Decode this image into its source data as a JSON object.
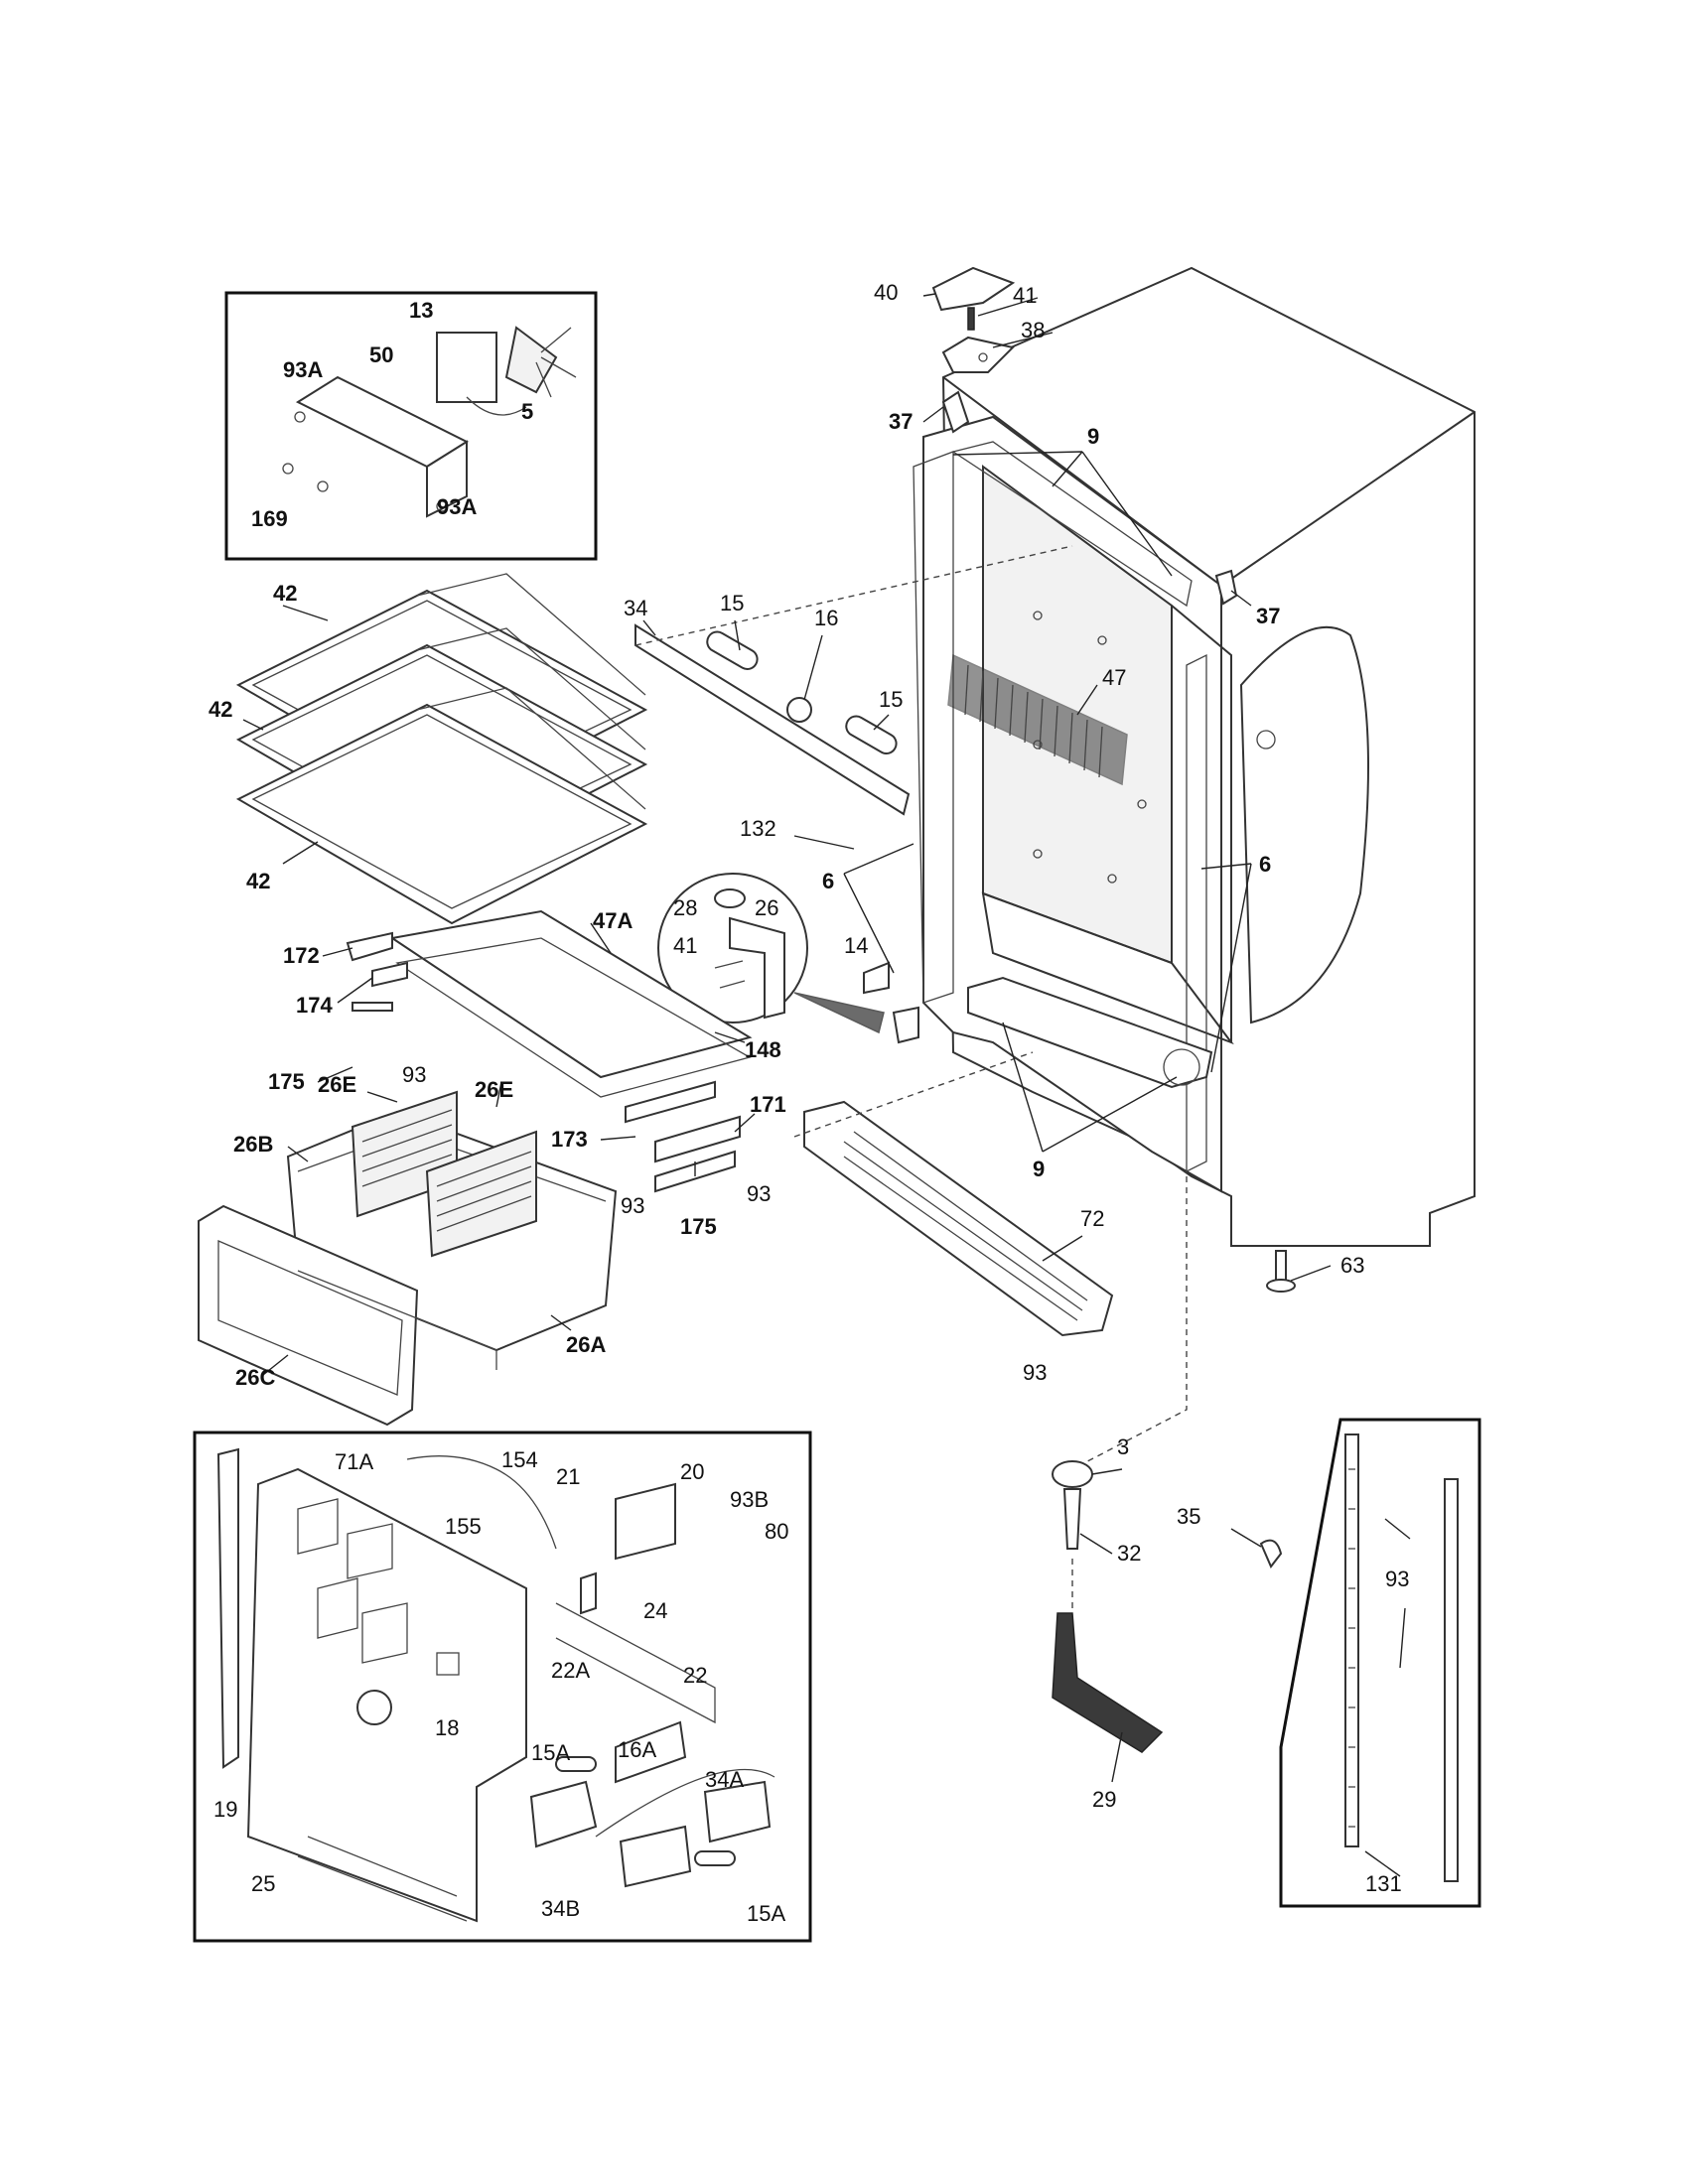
{
  "diagram": {
    "insets": [
      {
        "id": "fan-motor-inset",
        "labels": [
          "13",
          "50",
          "93A",
          "5",
          "169",
          "93A"
        ]
      },
      {
        "id": "control-panel-inset",
        "labels": [
          "71A",
          "154",
          "21",
          "20",
          "93B",
          "80",
          "155",
          "24",
          "22A",
          "22",
          "18",
          "15A",
          "16A",
          "34A",
          "19",
          "25",
          "34B",
          "15A"
        ]
      },
      {
        "id": "shelf-standard-inset",
        "labels": [
          "93",
          "131"
        ]
      }
    ],
    "callouts": [
      {
        "id": "c40",
        "text": "40"
      },
      {
        "id": "c41a",
        "text": "41"
      },
      {
        "id": "c38",
        "text": "38"
      },
      {
        "id": "c37a",
        "text": "37"
      },
      {
        "id": "c9a",
        "text": "9"
      },
      {
        "id": "c37b",
        "text": "37"
      },
      {
        "id": "c47",
        "text": "47"
      },
      {
        "id": "c6a",
        "text": "6"
      },
      {
        "id": "c6b",
        "text": "6"
      },
      {
        "id": "c9b",
        "text": "9"
      },
      {
        "id": "c63",
        "text": "63"
      },
      {
        "id": "c72",
        "text": "72"
      },
      {
        "id": "c93a",
        "text": "93"
      },
      {
        "id": "c93b",
        "text": "93"
      },
      {
        "id": "c3",
        "text": "3"
      },
      {
        "id": "c35",
        "text": "35"
      },
      {
        "id": "c32",
        "text": "32"
      },
      {
        "id": "c29",
        "text": "29"
      },
      {
        "id": "c42a",
        "text": "42"
      },
      {
        "id": "c42b",
        "text": "42"
      },
      {
        "id": "c42c",
        "text": "42"
      },
      {
        "id": "c34",
        "text": "34"
      },
      {
        "id": "c15a",
        "text": "15"
      },
      {
        "id": "c16",
        "text": "16"
      },
      {
        "id": "c15b",
        "text": "15"
      },
      {
        "id": "c132",
        "text": "132"
      },
      {
        "id": "c28",
        "text": "28"
      },
      {
        "id": "c26",
        "text": "26"
      },
      {
        "id": "c41b",
        "text": "41"
      },
      {
        "id": "c14",
        "text": "14"
      },
      {
        "id": "c47A",
        "text": "47A"
      },
      {
        "id": "c172",
        "text": "172"
      },
      {
        "id": "c174",
        "text": "174"
      },
      {
        "id": "c175a",
        "text": "175"
      },
      {
        "id": "c93c",
        "text": "93"
      },
      {
        "id": "c148",
        "text": "148"
      },
      {
        "id": "c171",
        "text": "171"
      },
      {
        "id": "c173",
        "text": "173"
      },
      {
        "id": "c93d",
        "text": "93"
      },
      {
        "id": "c175b",
        "text": "175"
      },
      {
        "id": "c26E1",
        "text": "26E"
      },
      {
        "id": "c26E2",
        "text": "26E"
      },
      {
        "id": "c26B",
        "text": "26B"
      },
      {
        "id": "c26A",
        "text": "26A"
      },
      {
        "id": "c26C",
        "text": "26C"
      }
    ]
  }
}
